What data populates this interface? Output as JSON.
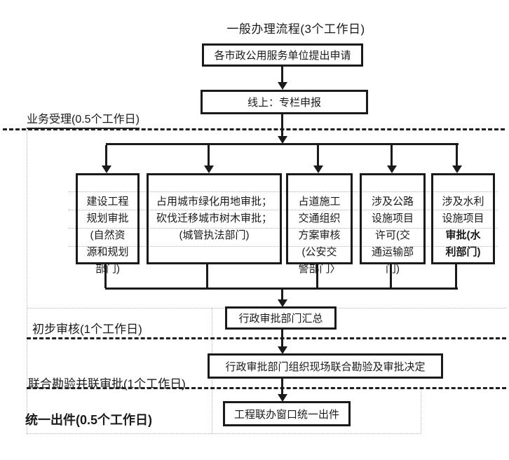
{
  "title": "一般办理流程(3个工作日)",
  "nodes": {
    "apply": "各市政公用服务单位提出申请",
    "online": "线上：专栏申报",
    "summary": "行政审批部门汇总",
    "joint_review": "行政审批部门组织现场联合勘验及审批决定",
    "issue": "工程联办窗口统一出件"
  },
  "branches": [
    {
      "text": "建设工程\n规划审批\n(自然资\n源和规划\n部门)"
    },
    {
      "text": "占用城市绿化用地审批；\n砍伐迁移城市树木审批；\n(城管执法部门)"
    },
    {
      "text": "占道施工\n交通组织\n方案审核\n(公安交\n警部门〉"
    },
    {
      "text": "涉及公路\n设施项目\n许可(交\n通运输部\n门)"
    },
    {
      "text_normal": "涉及水利\n设施项目\n",
      "text_bold": "审批(水\n利部门)"
    }
  ],
  "lanes": [
    {
      "label": "业务受理(0.5个工作日)"
    },
    {
      "label": "初步审核(1个工作日)"
    },
    {
      "label": "联合勘验并联审批(1个工作日)"
    },
    {
      "label": "统一出件(0.5个工作日)"
    }
  ],
  "colors": {
    "ink": "#1a1a1a",
    "grid": "#b5b5b5",
    "background": "#ffffff"
  }
}
